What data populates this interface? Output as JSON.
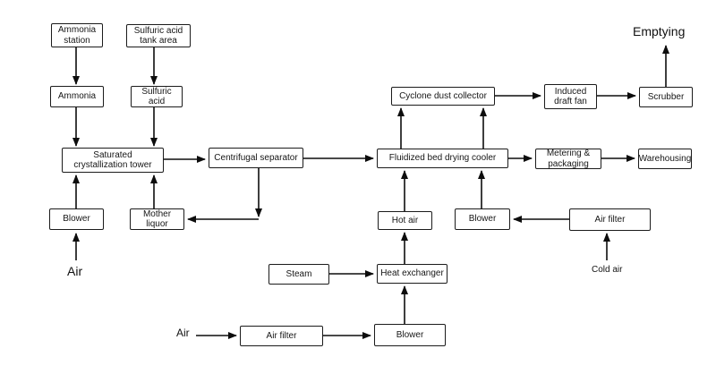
{
  "diagram": {
    "type": "process-flow-diagram",
    "subject": "fluidized bed drying / crystallization process",
    "colors": {
      "background": "#ffffff",
      "line": "#0d0d0d",
      "box_border": "#1b1b1b",
      "box_fill": "#ffffff",
      "text": "#161616"
    },
    "nodes": {
      "ammonia_station": {
        "label": "Ammonia\nstation"
      },
      "sulfuric_acid_tank_area": {
        "label": "Sulfuric acid\ntank area"
      },
      "ammonia": {
        "label": "Ammonia"
      },
      "sulfuric_acid": {
        "label": "Sulfuric acid"
      },
      "saturated_crystallization_tower": {
        "label": "Saturated\ncrystallization tower"
      },
      "blower_left": {
        "label": "Blower"
      },
      "mother_liquor": {
        "label": "Mother liquor"
      },
      "centrifugal_separator": {
        "label": "Centrifugal separator"
      },
      "fluidized_bed_drying_cooler": {
        "label": "Fluidized bed drying cooler"
      },
      "cyclone_dust_collector": {
        "label": "Cyclone dust collector"
      },
      "induced_draft_fan": {
        "label": "Induced\ndraft fan"
      },
      "scrubber": {
        "label": "Scrubber"
      },
      "metering_packaging": {
        "label": "Metering &\npackaging"
      },
      "warehousing": {
        "label": "Warehousing"
      },
      "hot_air": {
        "label": "Hot air"
      },
      "blower_mid": {
        "label": "Blower"
      },
      "air_filter_right": {
        "label": "Air filter"
      },
      "steam": {
        "label": "Steam"
      },
      "heat_exchanger": {
        "label": "Heat exchanger"
      },
      "air_filter_bottom": {
        "label": "Air filter"
      },
      "blower_bottom": {
        "label": "Blower"
      }
    },
    "labels": {
      "emptying": "Emptying",
      "air_left": "Air",
      "air_bottom": "Air",
      "cold_air": "Cold air"
    },
    "edges": [
      {
        "from": "ammonia_station",
        "to": "ammonia"
      },
      {
        "from": "sulfuric_acid_tank_area",
        "to": "sulfuric_acid"
      },
      {
        "from": "ammonia",
        "to": "saturated_crystallization_tower"
      },
      {
        "from": "sulfuric_acid",
        "to": "saturated_crystallization_tower"
      },
      {
        "from": "air_left",
        "to": "blower_left"
      },
      {
        "from": "blower_left",
        "to": "saturated_crystallization_tower"
      },
      {
        "from": "mother_liquor",
        "to": "saturated_crystallization_tower"
      },
      {
        "from": "saturated_crystallization_tower",
        "to": "centrifugal_separator"
      },
      {
        "from": "centrifugal_separator",
        "to": "mother_liquor"
      },
      {
        "from": "centrifugal_separator",
        "to": "fluidized_bed_drying_cooler"
      },
      {
        "from": "fluidized_bed_drying_cooler",
        "to": "cyclone_dust_collector",
        "note": "two parallel arrows"
      },
      {
        "from": "cyclone_dust_collector",
        "to": "induced_draft_fan"
      },
      {
        "from": "induced_draft_fan",
        "to": "scrubber"
      },
      {
        "from": "scrubber",
        "to": "emptying"
      },
      {
        "from": "fluidized_bed_drying_cooler",
        "to": "metering_packaging"
      },
      {
        "from": "metering_packaging",
        "to": "warehousing"
      },
      {
        "from": "hot_air",
        "to": "fluidized_bed_drying_cooler"
      },
      {
        "from": "blower_mid",
        "to": "fluidized_bed_drying_cooler"
      },
      {
        "from": "air_filter_right",
        "to": "blower_mid"
      },
      {
        "from": "cold_air",
        "to": "air_filter_right"
      },
      {
        "from": "steam",
        "to": "heat_exchanger"
      },
      {
        "from": "heat_exchanger",
        "to": "hot_air"
      },
      {
        "from": "blower_bottom",
        "to": "heat_exchanger"
      },
      {
        "from": "air_bottom",
        "to": "air_filter_bottom"
      },
      {
        "from": "air_filter_bottom",
        "to": "blower_bottom"
      }
    ]
  }
}
